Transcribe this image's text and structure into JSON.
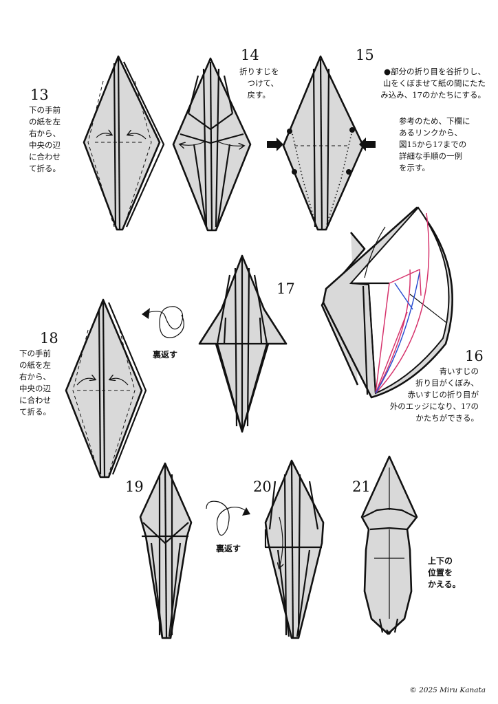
{
  "steps": {
    "s13": {
      "num": "13",
      "text": "下の手前\nの紙を左\n右から、\n中央の辺\nに合わせ\nて折る。"
    },
    "s14": {
      "num": "14",
      "text": "折りすじを\n　つけて、\n　戻す。"
    },
    "s15": {
      "num": "15",
      "text": "●部分の折り目を谷折りし、\n山をくぼませて紙の間にたた\nみ込み、17のかたちにする。",
      "note": "参考のため、下欄に\nあるリンクから、\n図15から17までの\n詳細な手順の一例\nを示す。"
    },
    "s16": {
      "num": "16",
      "text": "青いすじの\n折り目がくぼみ、\n赤いすじの折り目が\n外のエッジになり、17の\nかたちができる。"
    },
    "s17": {
      "num": "17",
      "turn_over": "裏返す"
    },
    "s18": {
      "num": "18",
      "text": "下の手前\nの紙を左\n右から、\n中央の辺\nに合わせ\nて折る。"
    },
    "s19": {
      "num": "19"
    },
    "s20": {
      "num": "20",
      "turn_over": "裏返す"
    },
    "s21": {
      "num": "21",
      "text": "上下の\n位置を\nかえる。"
    }
  },
  "colors": {
    "paper": "#d9d9d9",
    "valley_blue": "#2b4fd1",
    "edge_red": "#d6336c",
    "ink": "#111111"
  },
  "icons": [
    "turn-over-icon",
    "fold-arrow-icon",
    "push-arrow-icon",
    "fold-point-dot-icon"
  ],
  "copyright": "© 2025 Miru Kanata"
}
